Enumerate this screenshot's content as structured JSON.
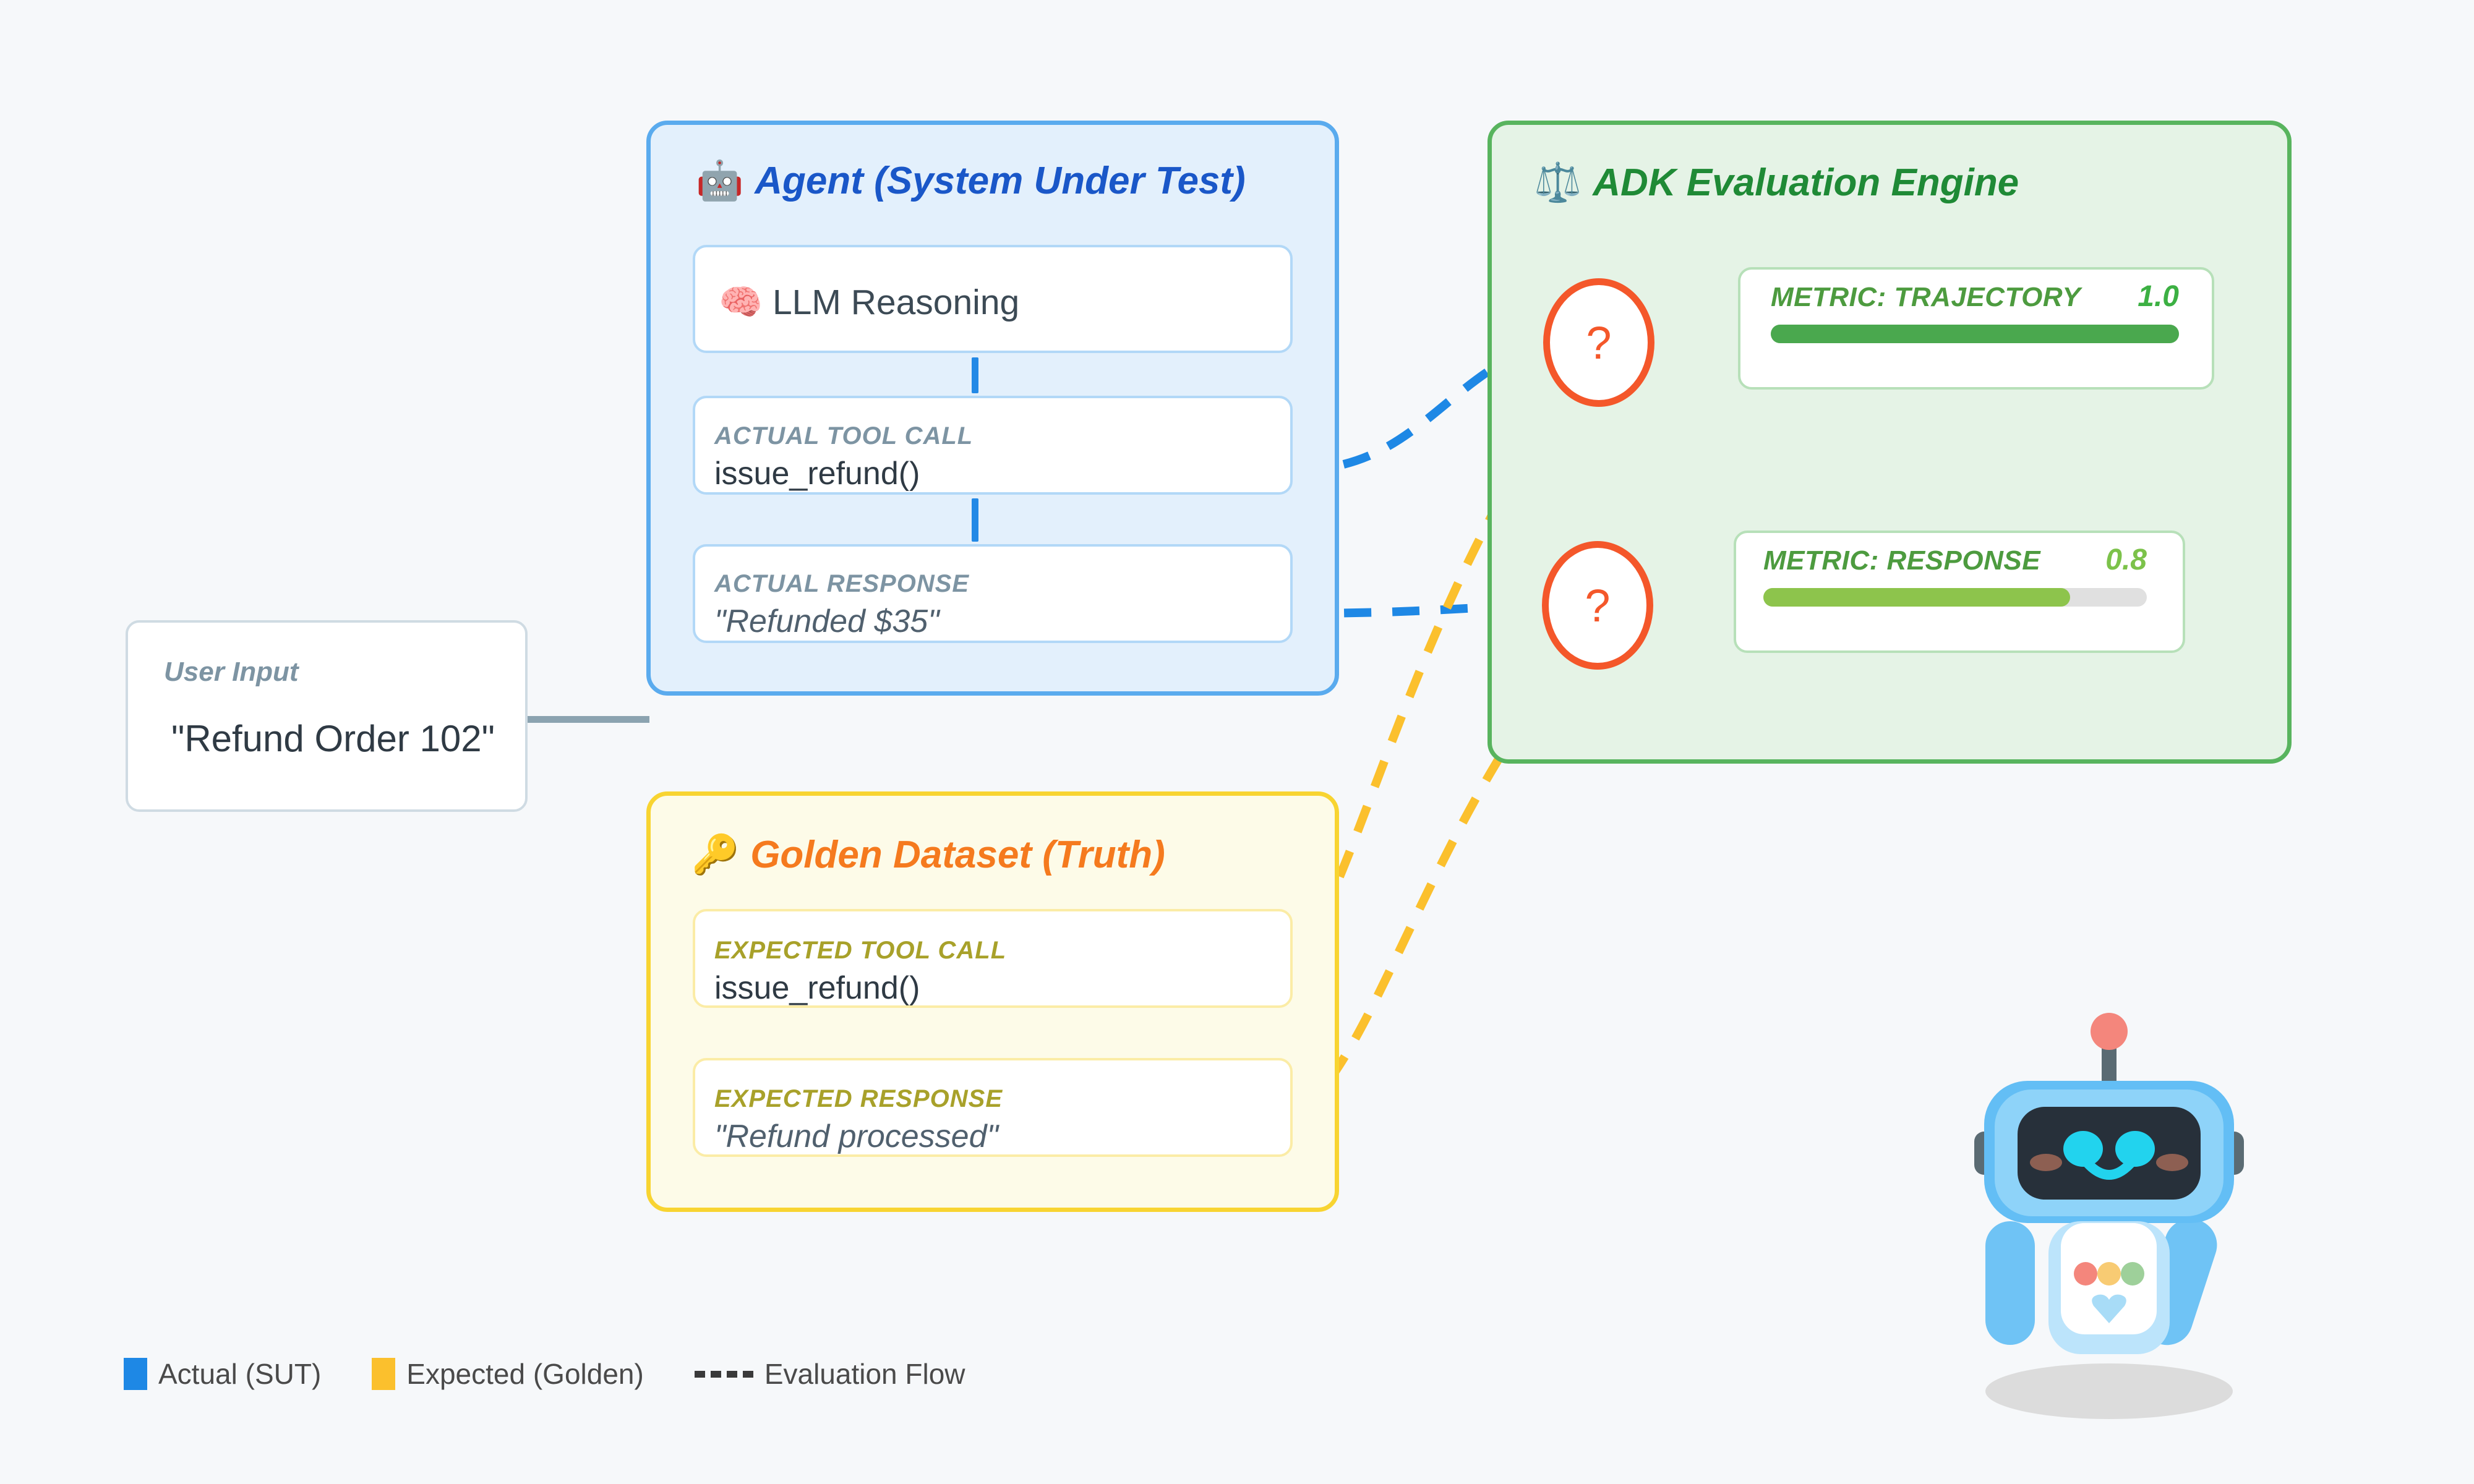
{
  "background": "#f6f8fa",
  "agent": {
    "emoji": "🤖",
    "icon": "robot-emoji",
    "title": "Agent (System Under Test)",
    "accent": "#1a57c8",
    "border": "#5aabee",
    "fill": "#e3f0fc",
    "llm": {
      "emoji": "🧠",
      "icon": "brain-emoji",
      "text": "LLM Reasoning"
    },
    "tool_call": {
      "label": "ACTUAL TOOL CALL",
      "value": "issue_refund()"
    },
    "response": {
      "label": "ACTUAL RESPONSE",
      "value": "\"Refunded $35\""
    }
  },
  "evaluation": {
    "emoji": "⚖️",
    "icon": "balance-scale-emoji",
    "title": "ADK Evaluation Engine",
    "accent": "#1f8a36",
    "border": "#58b45e",
    "fill": "#e5f3e6",
    "compare_marker": "?",
    "metrics": [
      {
        "label": "METRIC: TRAJECTORY",
        "score": "1.0",
        "percent": 100,
        "bar_color": "#4aa84e",
        "score_color": "#3cb043"
      },
      {
        "label": "METRIC: RESPONSE",
        "score": "0.8",
        "percent": 80,
        "bar_color": "#8dc44c",
        "score_color": "#7cc24a"
      }
    ]
  },
  "golden": {
    "emoji": "🔑",
    "icon": "key-emoji",
    "title": "Golden Dataset (Truth)",
    "accent": "#f57a1e",
    "border": "#f8d431",
    "fill": "#fdfbe8",
    "tool_call": {
      "label": "EXPECTED TOOL CALL",
      "value": "issue_refund()"
    },
    "response": {
      "label": "EXPECTED RESPONSE",
      "value": "\"Refund processed\""
    }
  },
  "user_input": {
    "label": "User Input",
    "value": "\"Refund Order 102\""
  },
  "legend": {
    "items": [
      {
        "type": "swatch",
        "color": "#1e88e5",
        "label": "Actual (SUT)"
      },
      {
        "type": "swatch",
        "color": "#fbc02d",
        "label": "Expected (Golden)"
      },
      {
        "type": "dash",
        "color": "#3a3a3a",
        "label": "Evaluation Flow"
      }
    ]
  },
  "flow_colors": {
    "actual": "#1e88e5",
    "expected": "#fbc02d",
    "question": "#f4572a",
    "input_line": "#8ba3b0"
  }
}
